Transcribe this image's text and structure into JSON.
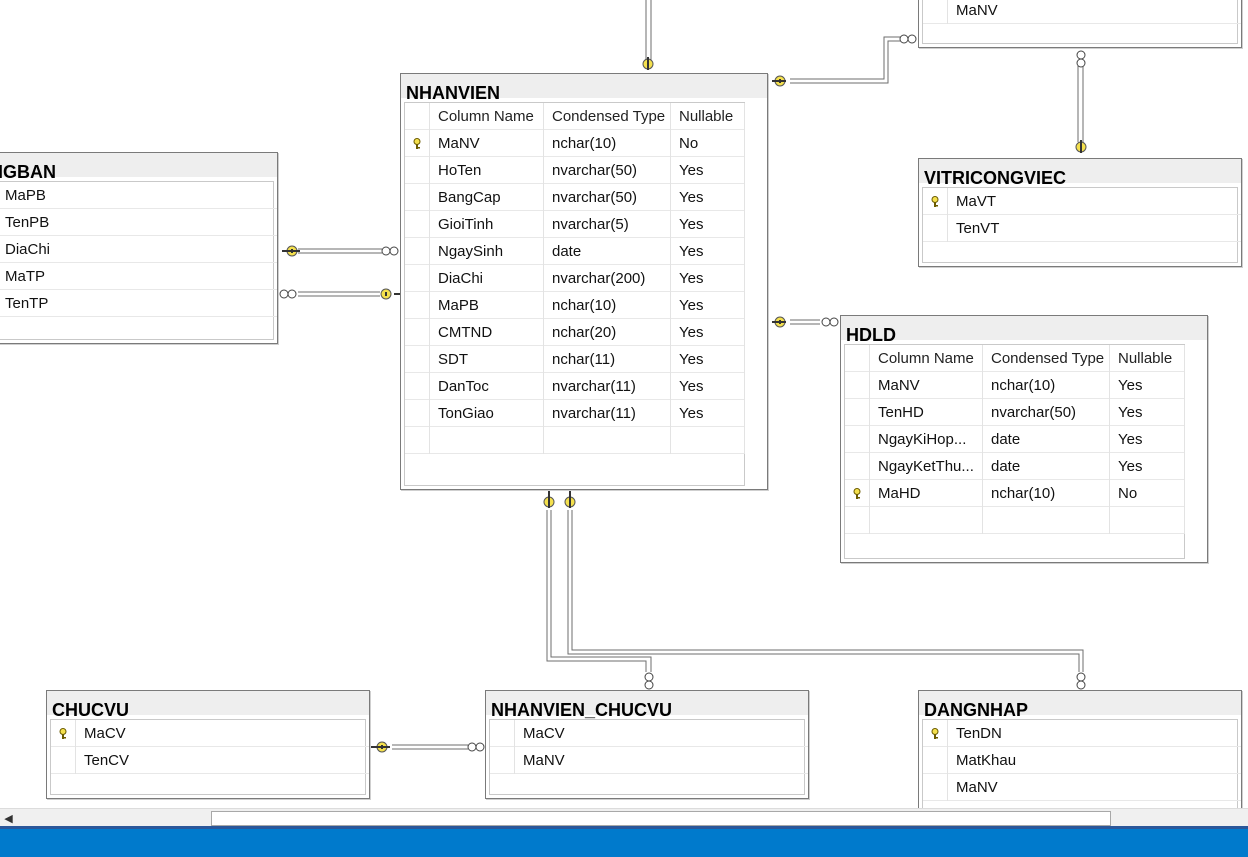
{
  "colors": {
    "accent": "#007acc",
    "key": "#f4e04d",
    "title_band": "#eeeeee"
  },
  "tables": {
    "nhanvien": {
      "title": "NHANVIEN",
      "headers": [
        "Column Name",
        "Condensed Type",
        "Nullable"
      ],
      "rows": [
        {
          "name": "MaNV",
          "type": "nchar(10)",
          "nullable": "No",
          "key": true
        },
        {
          "name": "HoTen",
          "type": "nvarchar(50)",
          "nullable": "Yes"
        },
        {
          "name": "BangCap",
          "type": "nvarchar(50)",
          "nullable": "Yes"
        },
        {
          "name": "GioiTinh",
          "type": "nvarchar(5)",
          "nullable": "Yes"
        },
        {
          "name": "NgaySinh",
          "type": "date",
          "nullable": "Yes"
        },
        {
          "name": "DiaChi",
          "type": "nvarchar(200)",
          "nullable": "Yes"
        },
        {
          "name": "MaPB",
          "type": "nchar(10)",
          "nullable": "Yes"
        },
        {
          "name": "CMTND",
          "type": "nchar(20)",
          "nullable": "Yes"
        },
        {
          "name": "SDT",
          "type": "nchar(11)",
          "nullable": "Yes"
        },
        {
          "name": "DanToc",
          "type": "nvarchar(11)",
          "nullable": "Yes"
        },
        {
          "name": "TonGiao",
          "type": "nvarchar(11)",
          "nullable": "Yes"
        }
      ]
    },
    "phongban": {
      "title": "ONGBAN",
      "rows": [
        {
          "name": "MaPB"
        },
        {
          "name": "TenPB"
        },
        {
          "name": "DiaChi"
        },
        {
          "name": "MaTP"
        },
        {
          "name": "TenTP"
        }
      ]
    },
    "top_right": {
      "rows": [
        {
          "name": "MaNV"
        }
      ]
    },
    "vitricongviec": {
      "title": "VITRICONGVIEC",
      "rows": [
        {
          "name": "MaVT",
          "key": true
        },
        {
          "name": "TenVT"
        }
      ]
    },
    "hdld": {
      "title": "HDLD",
      "headers": [
        "Column Name",
        "Condensed Type",
        "Nullable"
      ],
      "rows": [
        {
          "name": "MaNV",
          "type": "nchar(10)",
          "nullable": "Yes"
        },
        {
          "name": "TenHD",
          "type": "nvarchar(50)",
          "nullable": "Yes"
        },
        {
          "name": "NgayKiHop...",
          "type": "date",
          "nullable": "Yes"
        },
        {
          "name": "NgayKetThu...",
          "type": "date",
          "nullable": "Yes"
        },
        {
          "name": "MaHD",
          "type": "nchar(10)",
          "nullable": "No",
          "key": true
        }
      ]
    },
    "chucvu": {
      "title": "CHUCVU",
      "rows": [
        {
          "name": "MaCV",
          "key": true
        },
        {
          "name": "TenCV"
        }
      ]
    },
    "nhanvien_chucvu": {
      "title": "NHANVIEN_CHUCVU",
      "rows": [
        {
          "name": "MaCV"
        },
        {
          "name": "MaNV"
        }
      ]
    },
    "dangnhap": {
      "title": "DANGNHAP",
      "rows": [
        {
          "name": "TenDN",
          "key": true
        },
        {
          "name": "MatKhau"
        },
        {
          "name": "MaNV"
        }
      ]
    }
  },
  "scrollbar": {
    "left_arrow": "◀"
  }
}
